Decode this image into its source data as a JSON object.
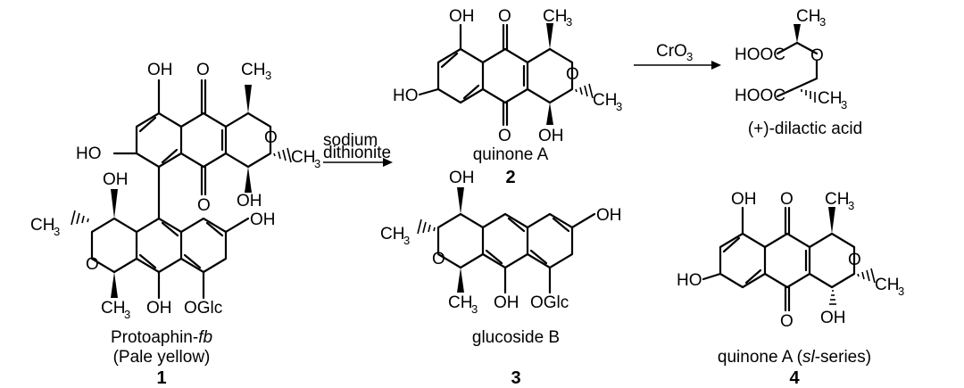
{
  "scheme": {
    "compounds": [
      {
        "id": "protoaphin",
        "name_main": "Protoaphin-",
        "name_italic": "fb",
        "descriptor": "(Pale yellow)",
        "number": "1"
      },
      {
        "id": "quinone-a",
        "name": "quinone A",
        "number": "2"
      },
      {
        "id": "glucoside-b",
        "name": "glucoside B",
        "number": "3"
      },
      {
        "id": "quinone-a-sl",
        "name_pre": "quinone A (",
        "name_italic": "sl",
        "name_post": "-series)",
        "number": "4"
      },
      {
        "id": "dilactic-acid",
        "name": "(+)-dilactic acid"
      }
    ],
    "reactions": [
      {
        "id": "reduction",
        "reagent_line1": "sodium",
        "reagent_line2": "dithionite"
      },
      {
        "id": "oxidation",
        "reagent": "CrO",
        "reagent_sub": "3"
      }
    ],
    "atom_labels": {
      "oh": "OH",
      "ho": "HO",
      "o": "O",
      "ch": "CH",
      "ch_sub": "3",
      "oglc": "OGlc",
      "hooc": "HOOC"
    }
  }
}
